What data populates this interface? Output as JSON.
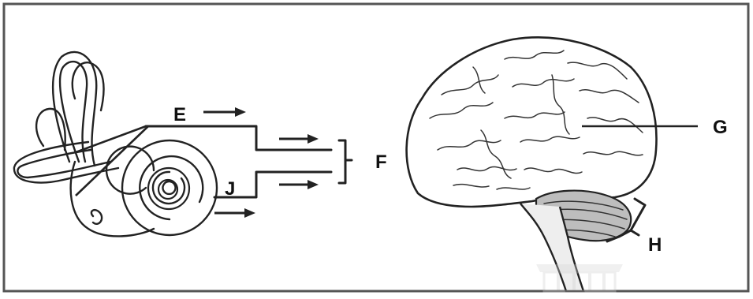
{
  "diagram": {
    "labels": {
      "E": "E",
      "F": "F",
      "G": "G",
      "H": "H",
      "J": "J"
    },
    "colors": {
      "ink": "#222222",
      "frame": "#555555",
      "background": "#ffffff",
      "cerebellum_shade": "#bdbdbd",
      "watermark": "#d6d6d6"
    }
  }
}
